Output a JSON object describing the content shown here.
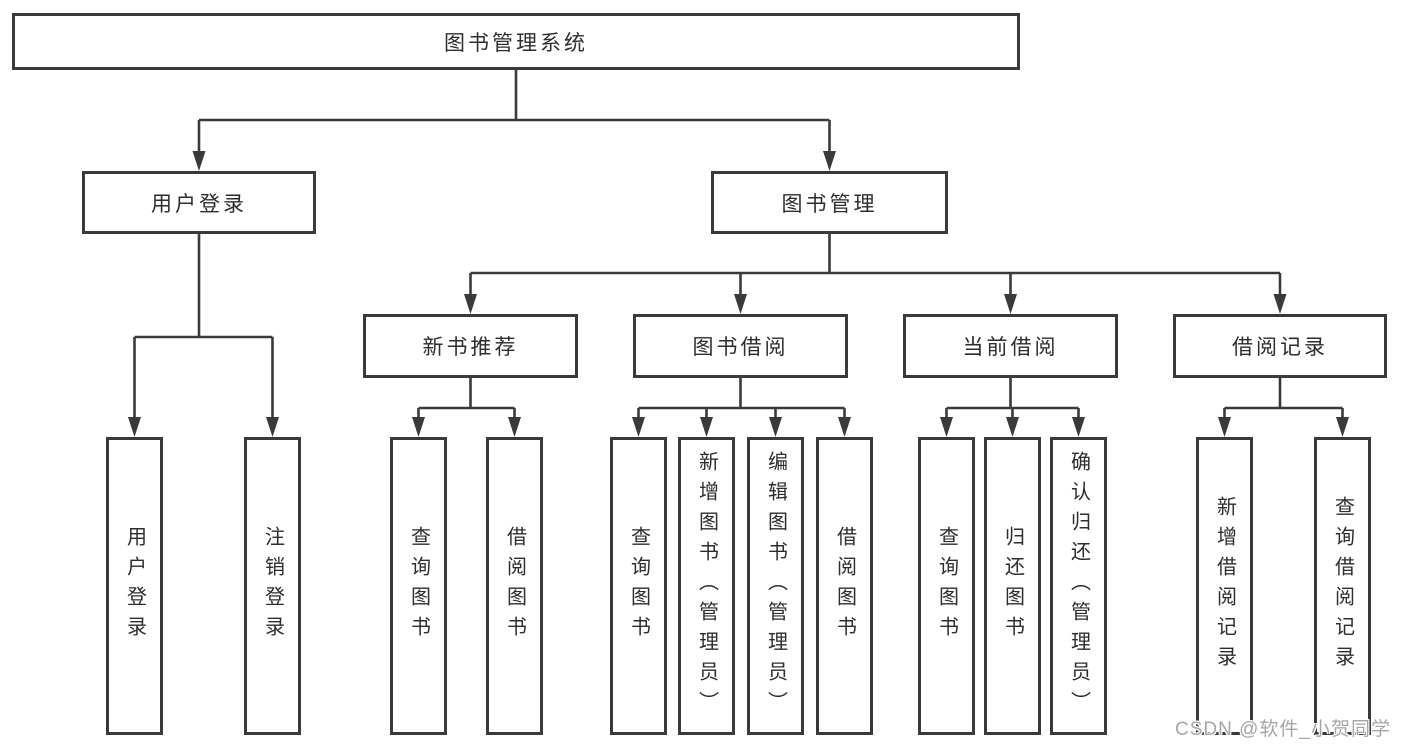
{
  "colors": {
    "background": "#ffffff",
    "line": "#3a3a3a",
    "box_border": "#3a3a3a",
    "text": "#2d2d2d",
    "watermark": "#a6a6a6"
  },
  "diagram": {
    "root": {
      "label": "图书管理系统"
    },
    "level2": [
      {
        "label": "用户登录"
      },
      {
        "label": "图书管理"
      }
    ],
    "level3": [
      {
        "label": "新书推荐"
      },
      {
        "label": "图书借阅"
      },
      {
        "label": "当前借阅"
      },
      {
        "label": "借阅记录"
      }
    ],
    "leaves": {
      "user_login": [
        {
          "label": "用户登录"
        },
        {
          "label": "注销登录"
        }
      ],
      "new_book_recommend": [
        {
          "label": "查询图书"
        },
        {
          "label": "借阅图书"
        }
      ],
      "book_borrow": [
        {
          "label": "查询图书"
        },
        {
          "label": "新增图书（管理员）"
        },
        {
          "label": "编辑图书（管理员）"
        },
        {
          "label": "借阅图书"
        }
      ],
      "current_borrow": [
        {
          "label": "查询图书"
        },
        {
          "label": "归还图书"
        },
        {
          "label": "确认归还（管理员）"
        }
      ],
      "borrow_record": [
        {
          "label": "新增借阅记录"
        },
        {
          "label": "查询借阅记录"
        }
      ]
    }
  },
  "watermark": {
    "text": "CSDN @软件_小贺同学"
  }
}
